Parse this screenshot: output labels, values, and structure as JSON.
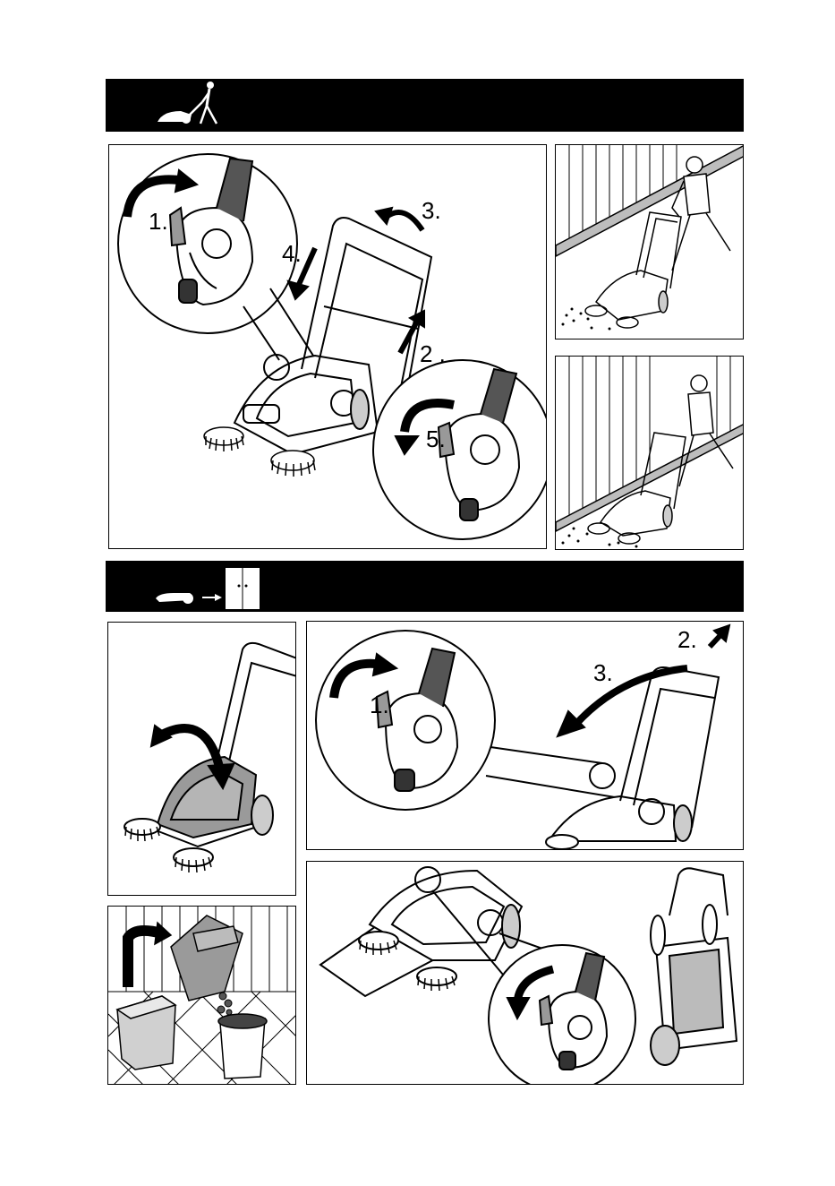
{
  "section_use": {
    "icon": "walking-sweeper-icon",
    "main_labels": {
      "step1": "1.",
      "step2": "2 .",
      "step3": "3.",
      "step4": "4.",
      "step5": "5."
    }
  },
  "section_storage": {
    "icon": "sweeper-to-cabinet-icon",
    "unlock_labels": {
      "step1": "1.",
      "step2": "2.",
      "step3": "3."
    }
  },
  "colors": {
    "ink": "#000000",
    "paper": "#ffffff",
    "bin_fill": "#c9c9c9",
    "wall_band": "#bdbdbd"
  }
}
